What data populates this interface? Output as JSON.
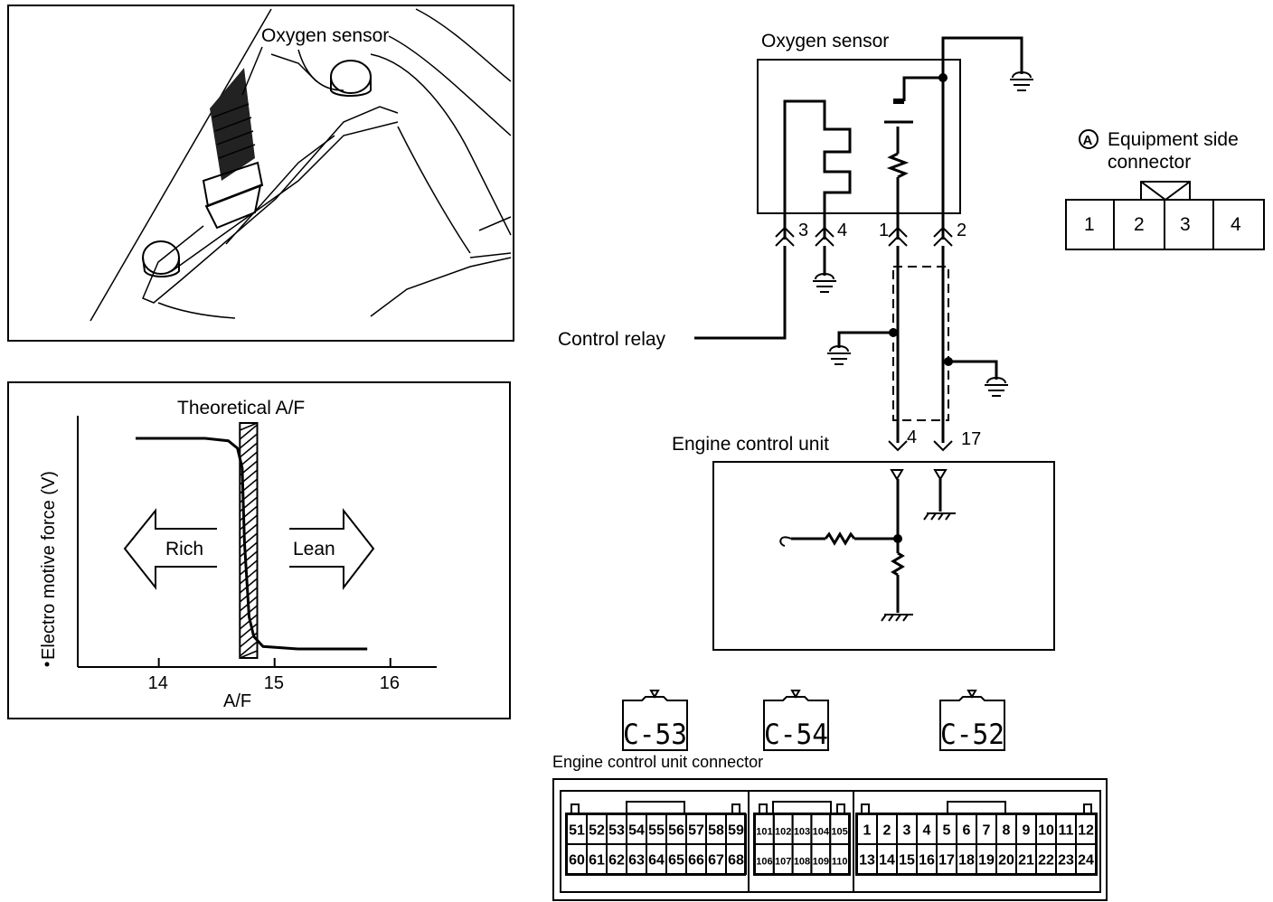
{
  "photo_panel": {
    "label": "Oxygen sensor"
  },
  "graph_panel": {
    "title": "Theoretical A/F",
    "ylabel": "Electro motive force (V)",
    "xlabel": "A/F",
    "rich_label": "Rich",
    "lean_label": "Lean",
    "xticks": [
      "14",
      "15",
      "16"
    ]
  },
  "chart_data": {
    "type": "line",
    "title": "Theoretical A/F",
    "xlabel": "A/F",
    "ylabel": "Electro motive force (V)",
    "xlim": [
      13.3,
      16.4
    ],
    "x_ticks": [
      14,
      15,
      16
    ],
    "series": [
      {
        "x": [
          13.8,
          14.4,
          14.6,
          14.68,
          14.72,
          14.74,
          14.78,
          14.82,
          14.9,
          15.2,
          15.8
        ],
        "y": [
          0.92,
          0.92,
          0.91,
          0.88,
          0.8,
          0.5,
          0.2,
          0.12,
          0.08,
          0.07,
          0.07
        ]
      }
    ],
    "band_x": [
      14.7,
      14.85
    ]
  },
  "schematic": {
    "sensor_title": "Oxygen sensor",
    "sensor_pins": [
      "3",
      "4",
      "1",
      "2"
    ],
    "control_relay": "Control relay",
    "ecu_title": "Engine control unit",
    "ecu_pins": [
      "4",
      "17"
    ]
  },
  "equipment_connector": {
    "marker": "A",
    "label_line1": "Equipment side",
    "label_line2": "connector",
    "pins": [
      "1",
      "2",
      "3",
      "4"
    ]
  },
  "ecu_connectors": {
    "tags": [
      "C-53",
      "C-54",
      "C-52"
    ],
    "label": "Engine control unit connector",
    "block1_top": [
      "51",
      "52",
      "53",
      "54",
      "55",
      "56",
      "57",
      "58",
      "59"
    ],
    "block1_bottom": [
      "60",
      "61",
      "62",
      "63",
      "64",
      "65",
      "66",
      "67",
      "68"
    ],
    "block2_top": [
      "101",
      "102",
      "103",
      "104",
      "105"
    ],
    "block2_bottom": [
      "106",
      "107",
      "108",
      "109",
      "110"
    ],
    "block3_top": [
      "1",
      "2",
      "3",
      "4",
      "5",
      "6",
      "7",
      "8",
      "9",
      "10",
      "11",
      "12"
    ],
    "block3_bottom": [
      "13",
      "14",
      "15",
      "16",
      "17",
      "18",
      "19",
      "20",
      "21",
      "22",
      "23",
      "24"
    ]
  }
}
